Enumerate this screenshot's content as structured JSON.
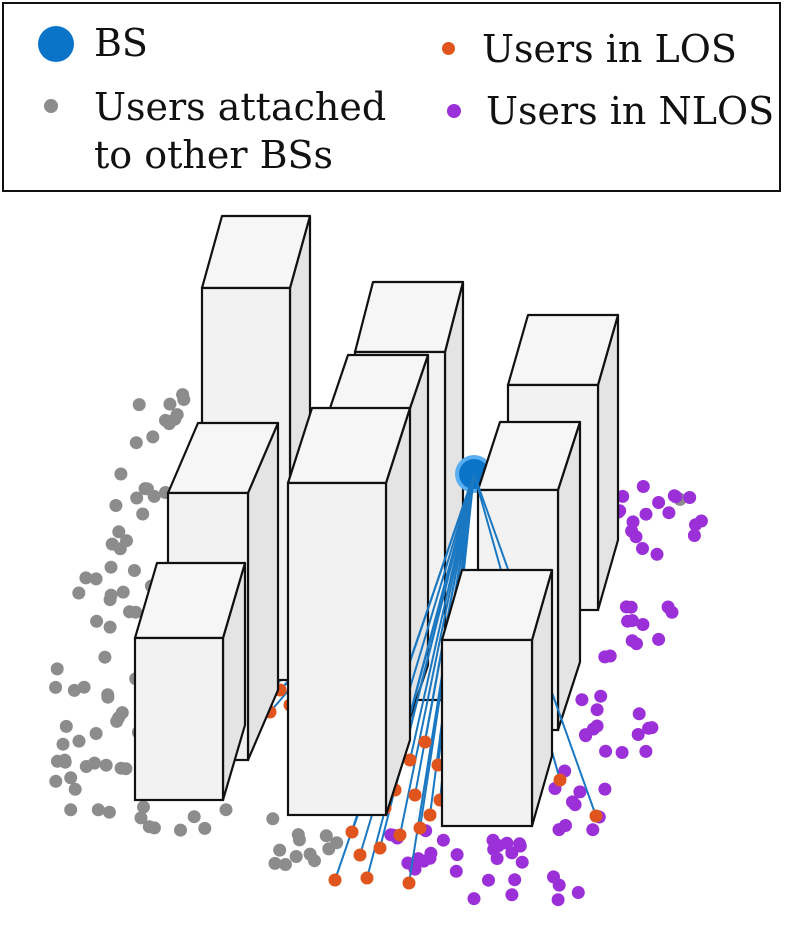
{
  "legend": {
    "items": [
      {
        "key": "bs",
        "label": "BS",
        "color": "#0a74c9"
      },
      {
        "key": "los",
        "label": "Users in LOS",
        "color": "#e0541d"
      },
      {
        "key": "other",
        "label_line1": "Users attached",
        "label_line2": "to other BSs",
        "color": "#8c8c8c"
      },
      {
        "key": "nlos",
        "label": "Users in NLOS",
        "color": "#9b30d9"
      }
    ]
  },
  "scene": {
    "building_face_color": "#f2f2f2",
    "building_edge_color": "#111111",
    "link_color": "#1a78c2",
    "bs_color": "#0a74c9"
  }
}
